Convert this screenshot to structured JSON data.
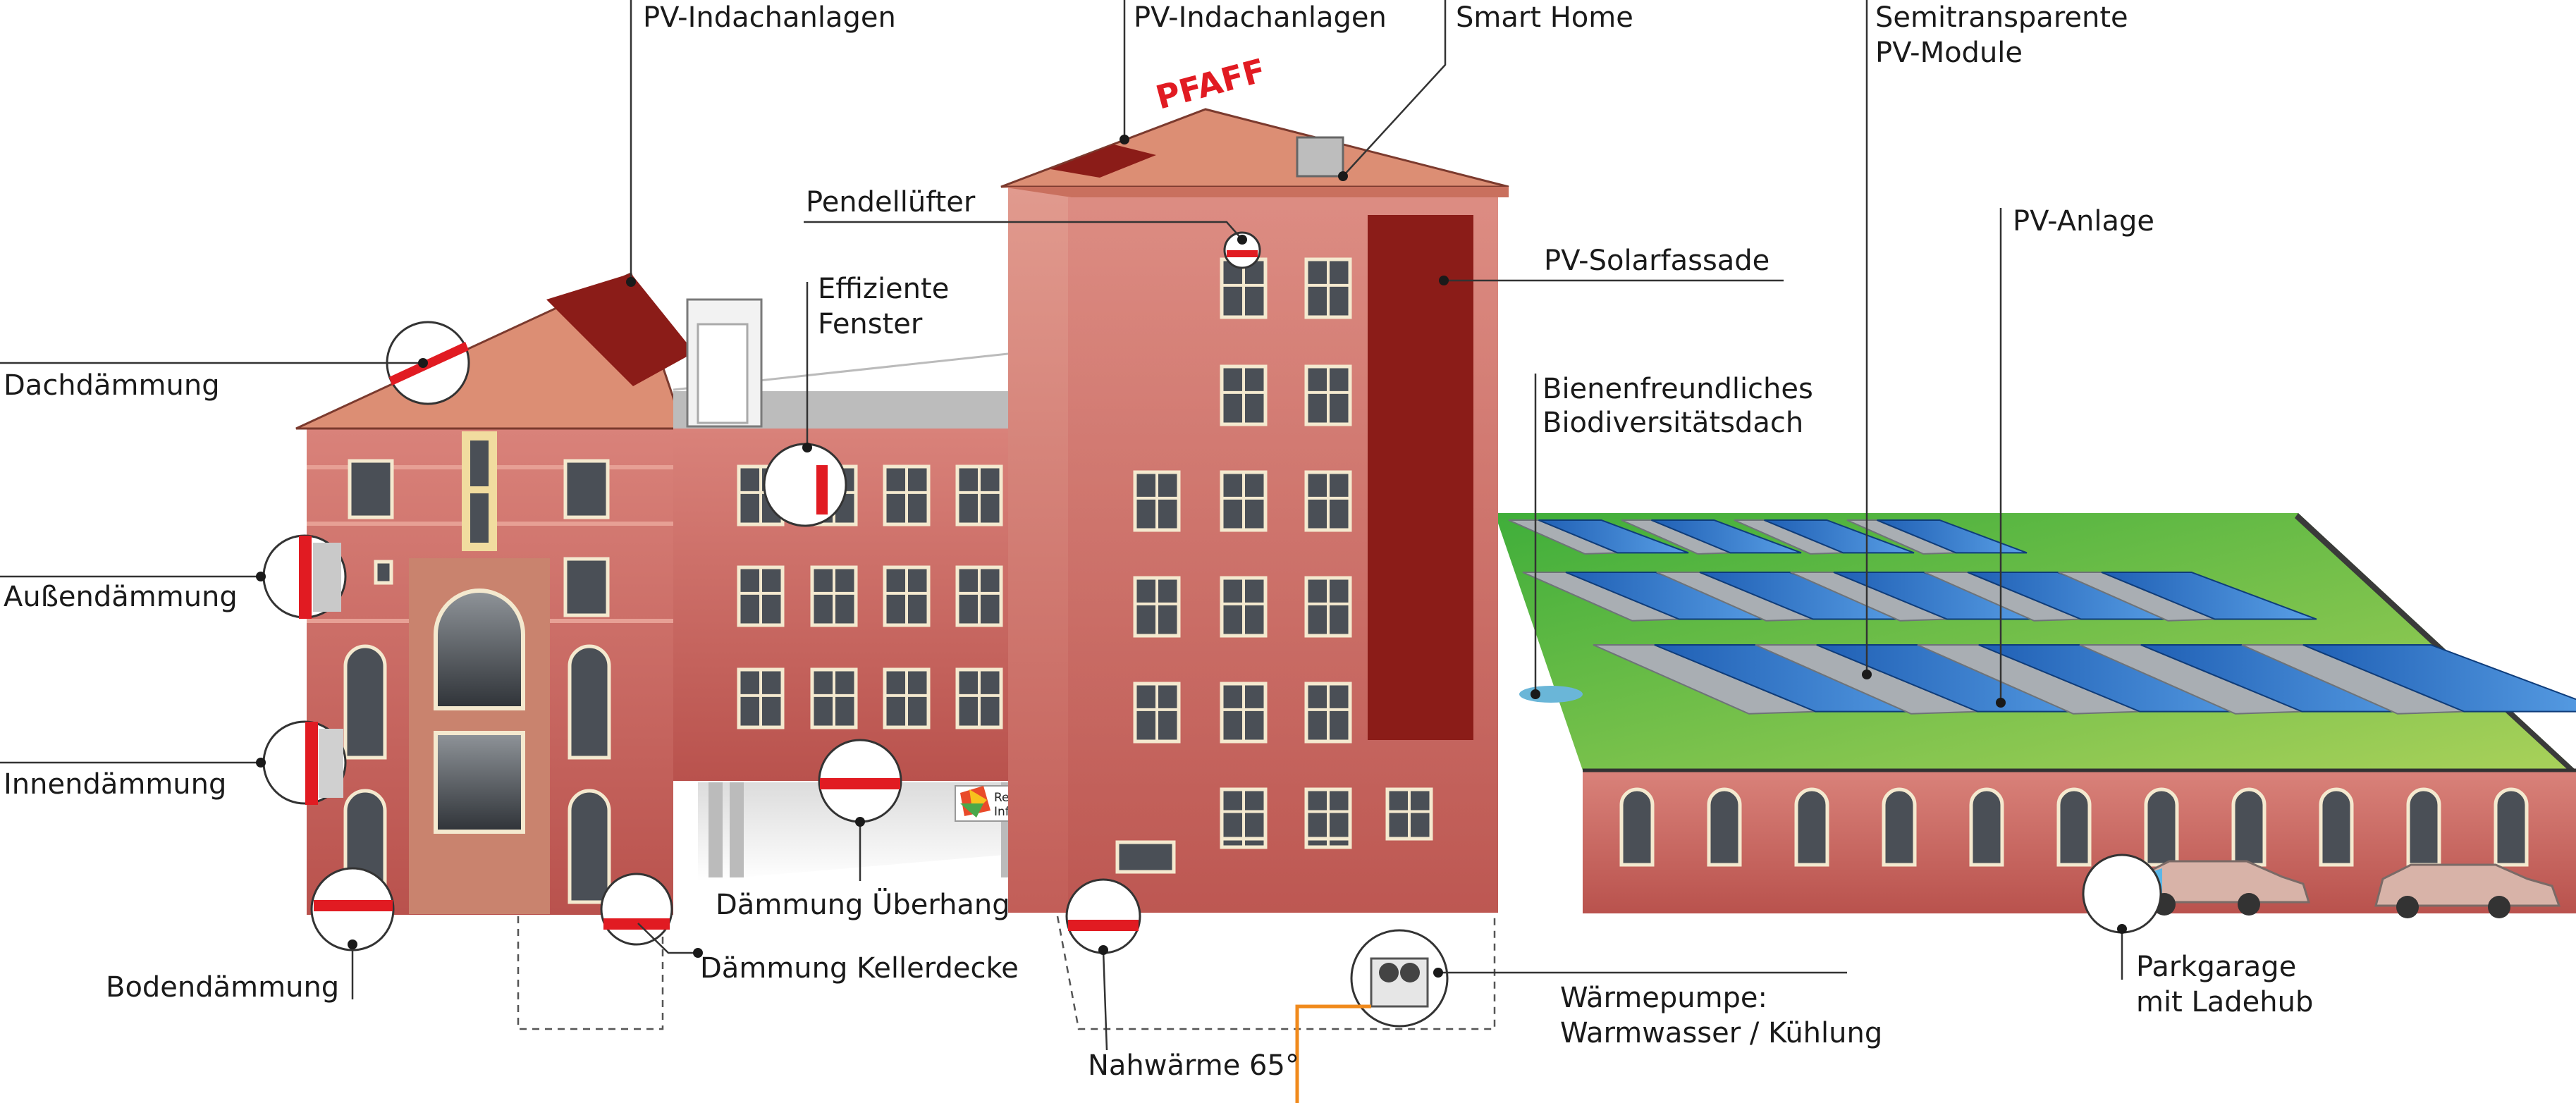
{
  "labels": {
    "pv_indach_left": "PV-Indachanlagen",
    "pv_indach_mid": "PV-Indachanlagen",
    "smart_home": "Smart Home",
    "semitrans_1": "Semitransparente",
    "semitrans_2": "PV-Module",
    "pendelluefter": "Pendellüfter",
    "eff_fenster_1": "Effiziente",
    "eff_fenster_2": "Fenster",
    "pv_solarfassade": "PV-Solarfassade",
    "pv_anlage": "PV-Anlage",
    "dachdaemmung": "Dachdämmung",
    "biene_1": "Bienenfreundliches",
    "biene_2": "Biodiversitätsdach",
    "aussendaemmung": "Außendämmung",
    "innendaemmung": "Innendämmung",
    "daemmung_ueberhang": "Dämmung Überhang",
    "daemmung_kellerdecke": "Dämmung Kellerdecke",
    "bodendaemmung": "Bodendämmung",
    "waermepumpe_1": "Wärmepumpe:",
    "waermepumpe_2": "Warmwasser / Kühlung",
    "parkgarage_1": "Parkgarage",
    "parkgarage_2": "mit Ladehub",
    "nahwaerme": "Nahwärme 65°"
  },
  "signs": {
    "pfaff_logo": "PFAFF",
    "reallabor_1": "Reallabor",
    "reallabor_2": "Infocenter"
  },
  "colors": {
    "brick": "#c8635e",
    "roof": "#d98a6c",
    "pv_dark": "#8b1c18",
    "insulation": "#e11b22",
    "green_roof": "#7cc242",
    "solar_blue": "#2a6fc2",
    "district_heat": "#f08a1c"
  }
}
